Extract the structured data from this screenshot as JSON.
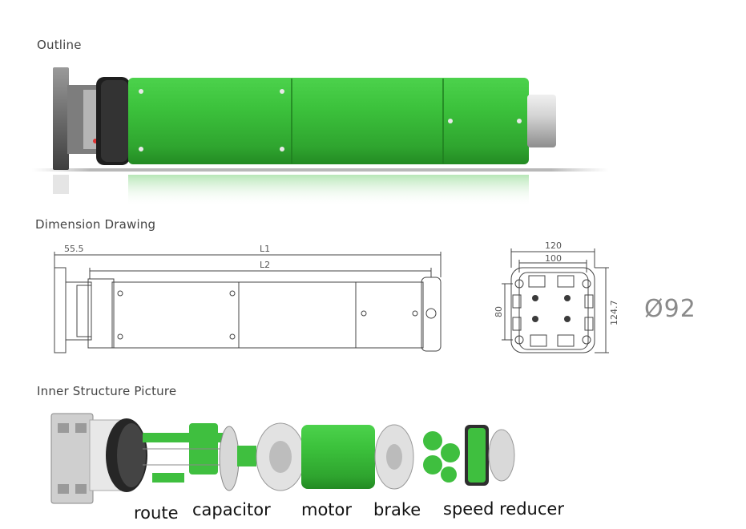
{
  "sections": {
    "outline": "Outline",
    "dimension": "Dimension Drawing",
    "inner": "Inner Structure Picture"
  },
  "dimensions": {
    "left_offset": "55.5",
    "L1": "L1",
    "L2": "L2",
    "width_120": "120",
    "width_100": "100",
    "height_80": "80",
    "height_124_7": "124.7",
    "diameter": "Ø92"
  },
  "parts": {
    "route": "route",
    "capacitor": "capacitor",
    "motor": "motor",
    "brake": "brake",
    "speed_reducer": "speed reducer"
  },
  "colors": {
    "motor_green": "#3fbf3f",
    "motor_green_dark": "#2a9a2a",
    "metal": "#c8c8c8"
  }
}
